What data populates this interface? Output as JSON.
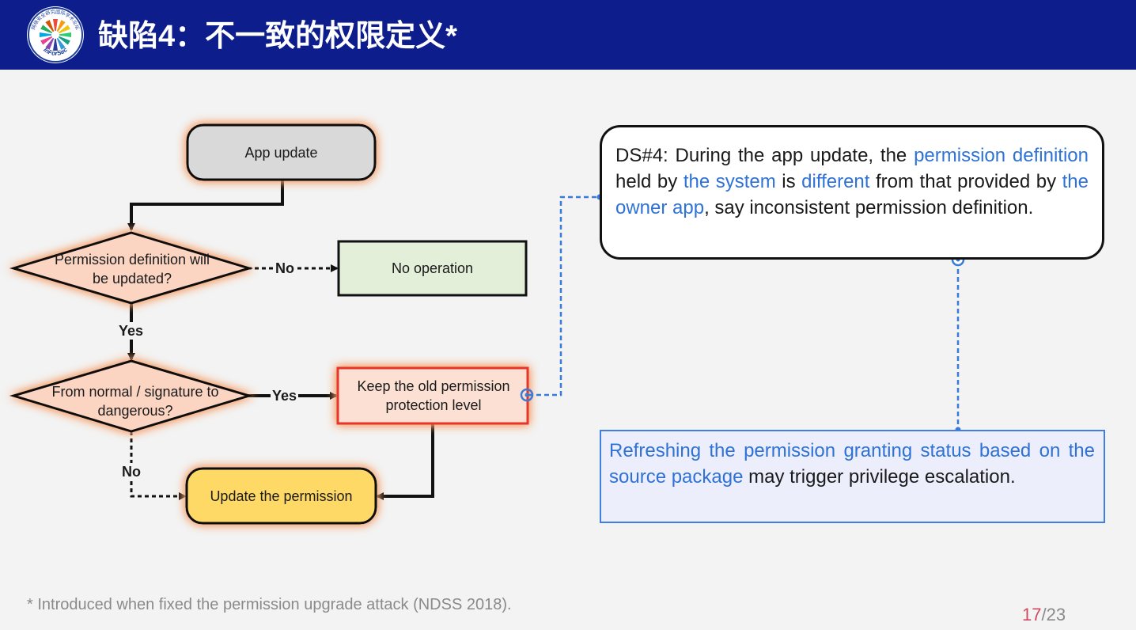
{
  "header": {
    "title": "缺陷4：不一致的权限定义*",
    "logo": {
      "name": "inforsec-logo-icon",
      "top_text": "网络安全研究国际学术论坛",
      "bottom_text": "InForSec"
    },
    "color": "#0d1d8c"
  },
  "flowchart": {
    "nodes": {
      "app_update": "App update",
      "decision_updated": "Permission definition will be updated?",
      "no_operation": "No operation",
      "decision_dangerous": "From normal / signature to dangerous?",
      "keep_old": "Keep the old permission protection level",
      "update_permission": "Update the permission"
    },
    "edge_labels": {
      "no_top": "No",
      "yes_mid": "Yes",
      "yes_right": "Yes",
      "no_bottom": "No"
    },
    "colors": {
      "app_update_fill": "#d9d9d9",
      "decision_fill": "#fbd5c2",
      "no_operation_fill": "#e3efd9",
      "keep_old_fill": "#fbe0d3",
      "keep_old_border": "#e8342a",
      "update_fill": "#fed966",
      "glow": "#f6a26e",
      "connector": "#3a7bd5"
    }
  },
  "callouts": {
    "ds4": {
      "p1": "DS#4: During the app update, the ",
      "h1": "permission definition",
      "p2": " held by ",
      "h2": "the system",
      "p3": " is ",
      "h3": "different",
      "p4": " from that provided by ",
      "h4": "the owner app",
      "p5": ", say inconsistent permission definition."
    },
    "note": {
      "h1": "Refreshing the permission granting status based on the source package",
      "p1": " may trigger privilege escalation."
    },
    "highlight_color": "#2f72d6"
  },
  "footer": {
    "footnote": "* Introduced when fixed the permission upgrade attack (NDSS 2018).",
    "page_current": "17",
    "page_sep": "/",
    "page_total": "23"
  }
}
